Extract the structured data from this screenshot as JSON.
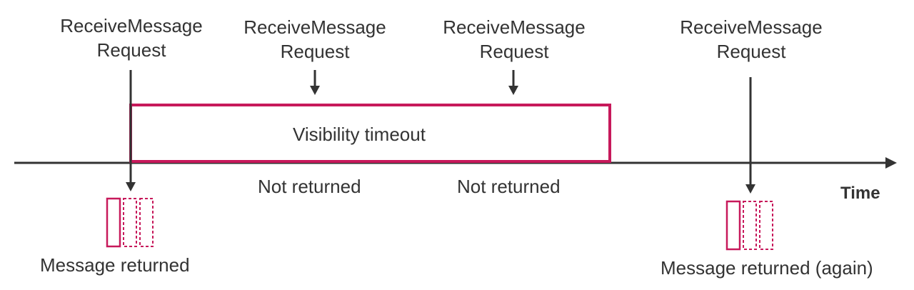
{
  "requests": [
    {
      "line1": "ReceiveMessage",
      "line2": "Request"
    },
    {
      "line1": "ReceiveMessage",
      "line2": "Request"
    },
    {
      "line1": "ReceiveMessage",
      "line2": "Request"
    },
    {
      "line1": "ReceiveMessage",
      "line2": "Request"
    }
  ],
  "timeout_label": "Visibility timeout",
  "not_returned": [
    "Not returned",
    "Not returned"
  ],
  "axis_label": "Time",
  "message_returned": "Message returned",
  "message_returned_again": "Message returned (again)",
  "colors": {
    "accent": "#c7195b",
    "line": "#333333",
    "text": "#333333"
  }
}
